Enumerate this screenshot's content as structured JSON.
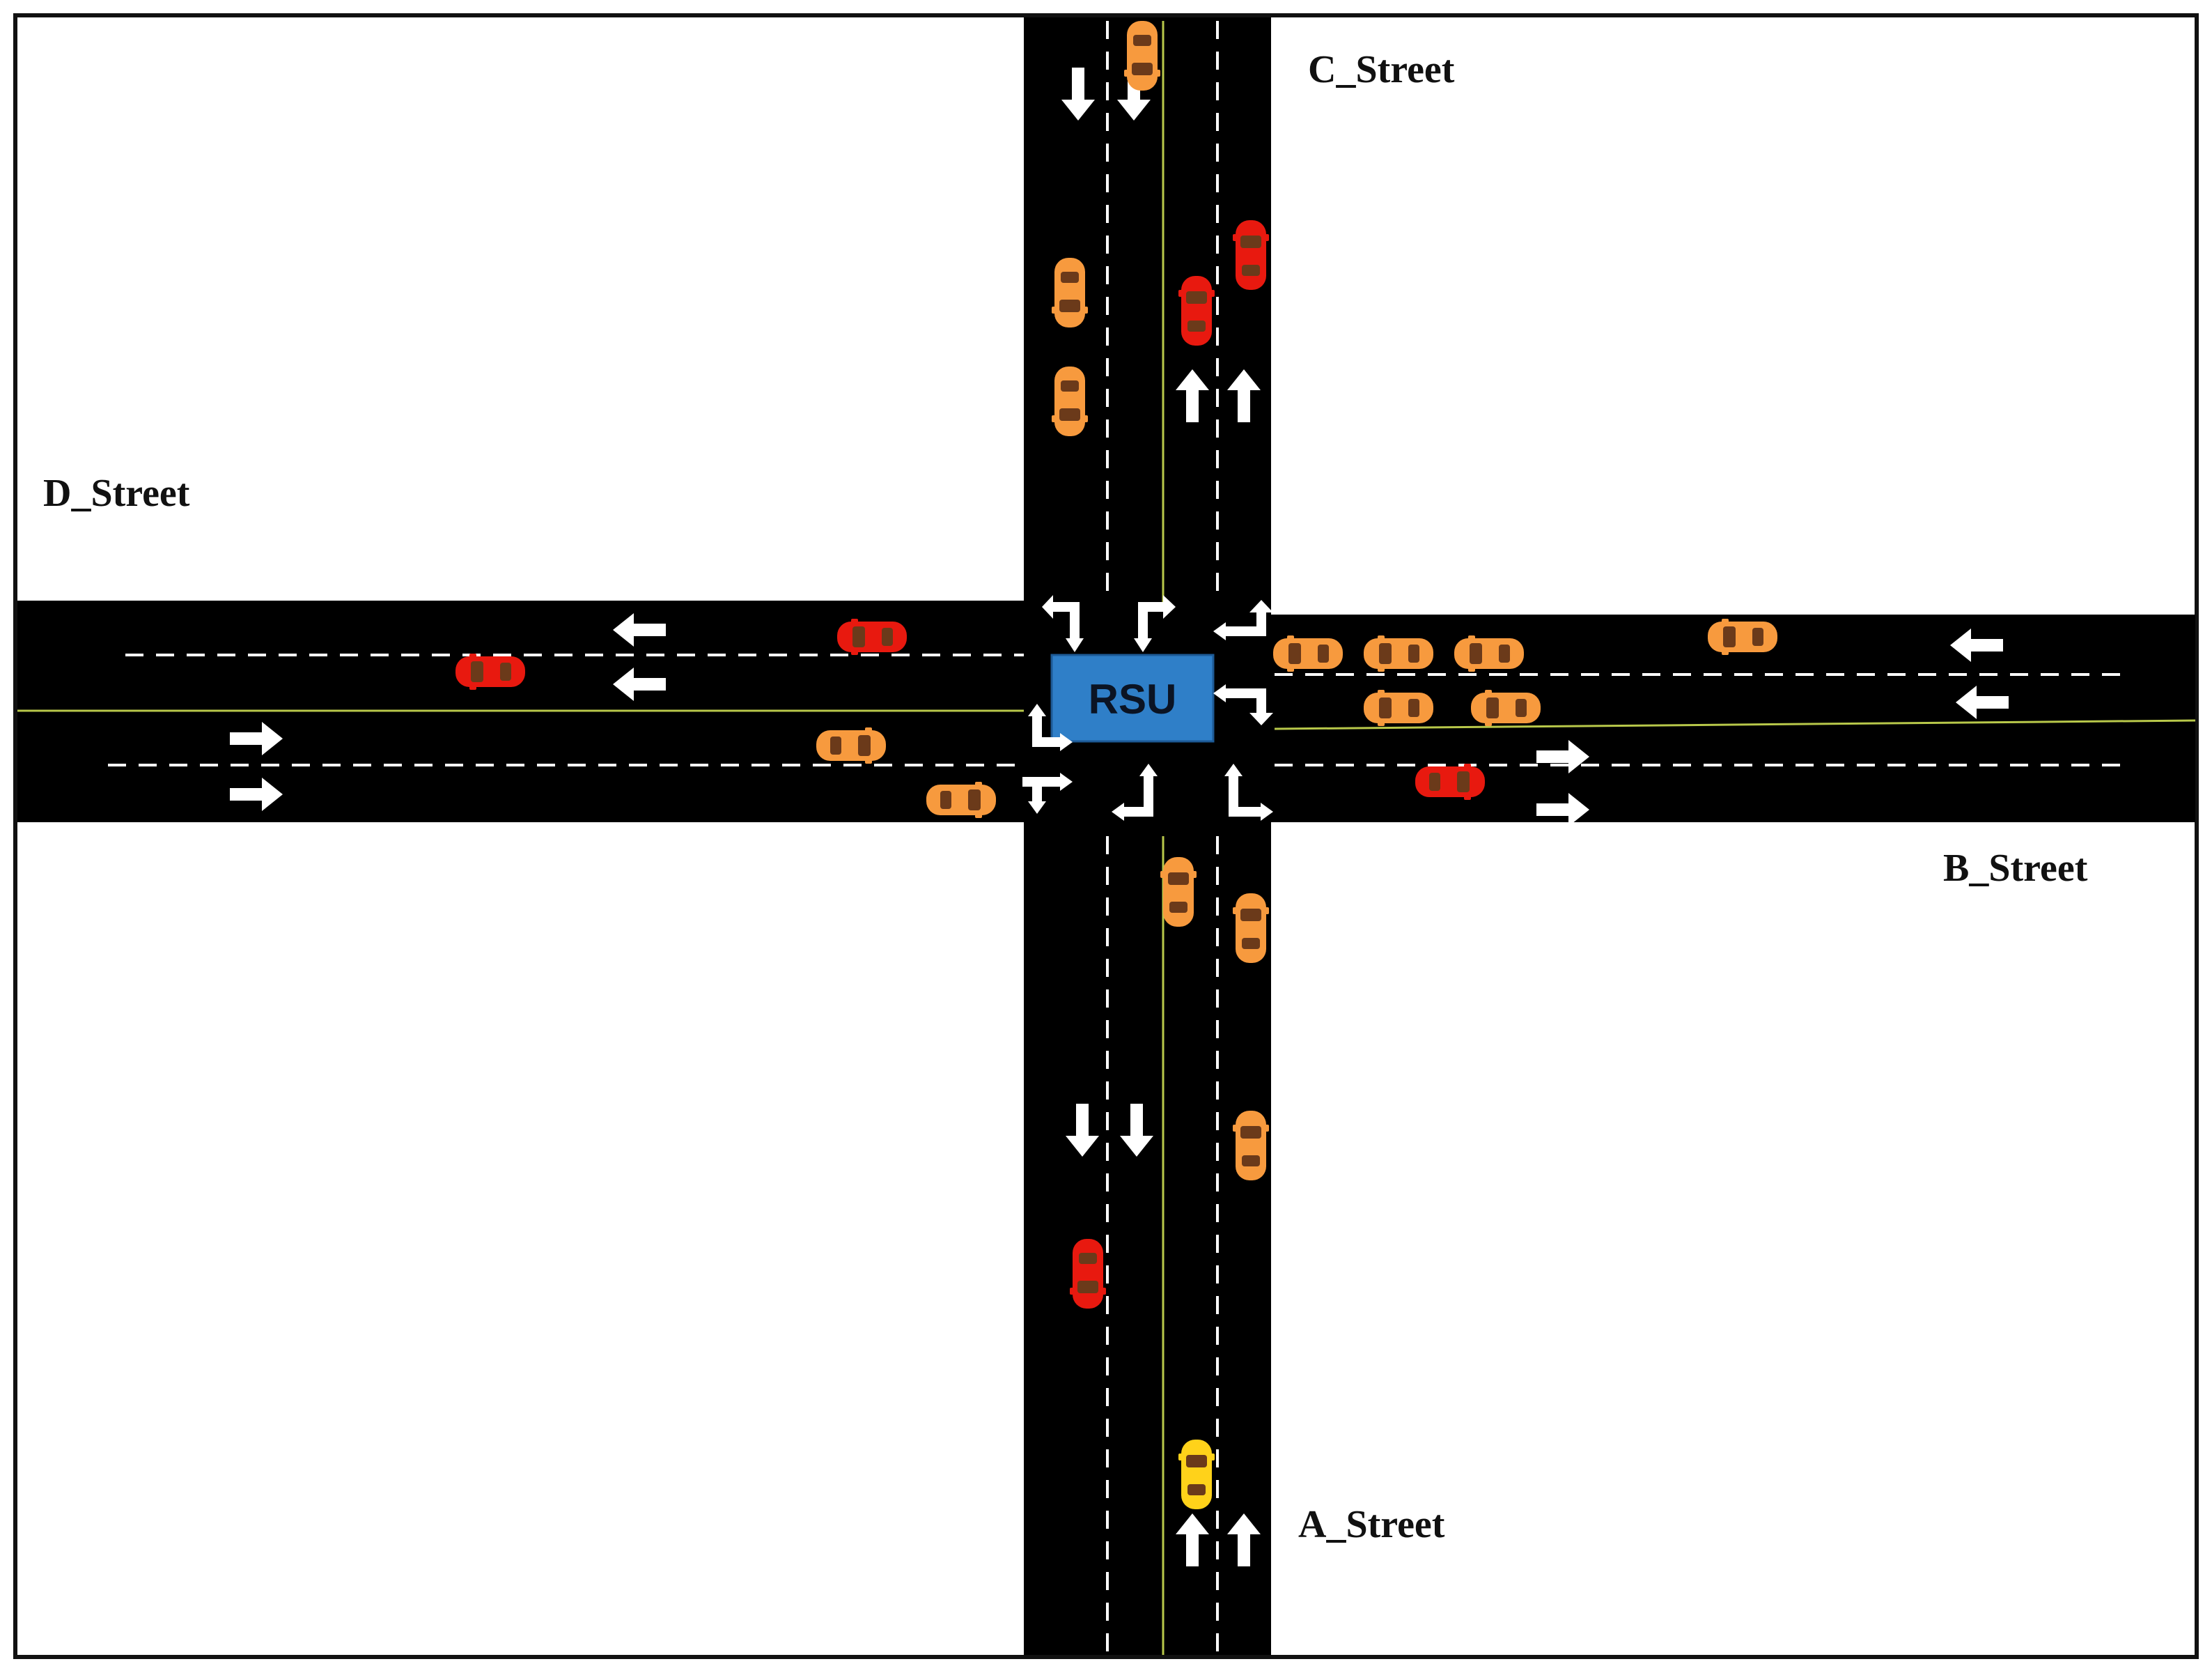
{
  "labels": {
    "street_a": "A_Street",
    "street_b": "B_Street",
    "street_c": "C_Street",
    "street_d": "D_Street",
    "rsu": "RSU"
  },
  "colors": {
    "road": "#000000",
    "lane_marking": "#ffffff",
    "center_line": "#b8c84a",
    "rsu_fill": "#2f7fc8",
    "car_orange": "#f79a3e",
    "car_red": "#e8190f",
    "car_yellow": "#ffd21a",
    "arrow": "#ffffff"
  }
}
